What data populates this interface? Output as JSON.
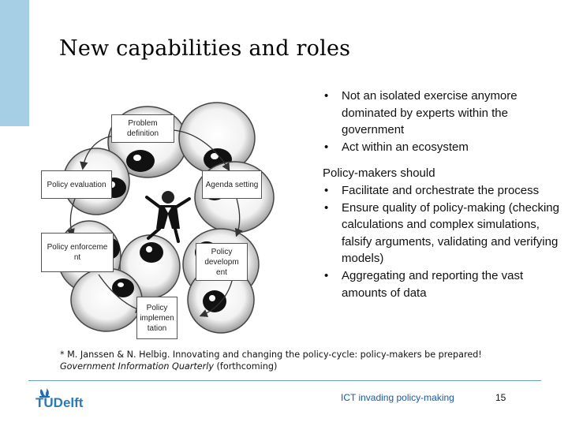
{
  "slide": {
    "title": "New capabilities and roles"
  },
  "cycle": {
    "problem_definition": "Problem definition",
    "agenda_setting": "Agenda setting",
    "policy_development": "Policy developm ent",
    "policy_implementation": "Policy implemen tation",
    "policy_enforcement": "Policy enforceme nt",
    "policy_evaluation": "Policy evaluation"
  },
  "bullets_top": [
    {
      "bold": "Not",
      "text": " an isolated exercise anymore dominated by experts within the government"
    },
    {
      "bold": "",
      "text": "Act within an ecosystem"
    }
  ],
  "policy_makers": {
    "heading": "Policy-makers should",
    "items": [
      "Facilitate and orchestrate the process",
      "Ensure quality of policy-making (checking calculations and complex simulations, falsify arguments, validating and verifying models)",
      "Aggregating and reporting the vast amounts of data"
    ]
  },
  "footnote": {
    "prefix": "* M. Janssen & N. Helbig. Innovating and changing the policy-cycle: policy-makers be prepared! ",
    "journal": "Government Information Quarterly",
    "suffix": " (forthcoming)"
  },
  "footer": {
    "logo_text": "TUDelft",
    "center_text": "ICT invading policy-making",
    "page_number": "15"
  },
  "colors": {
    "accent_block": "#a6cfe6",
    "footer_line": "#6a9ec6",
    "footer_text": "#1a5aa6"
  },
  "icons": [
    "eyeball-icon",
    "businessman-figure-icon",
    "cycle-arrow-icon",
    "tu-delft-flame-icon"
  ]
}
